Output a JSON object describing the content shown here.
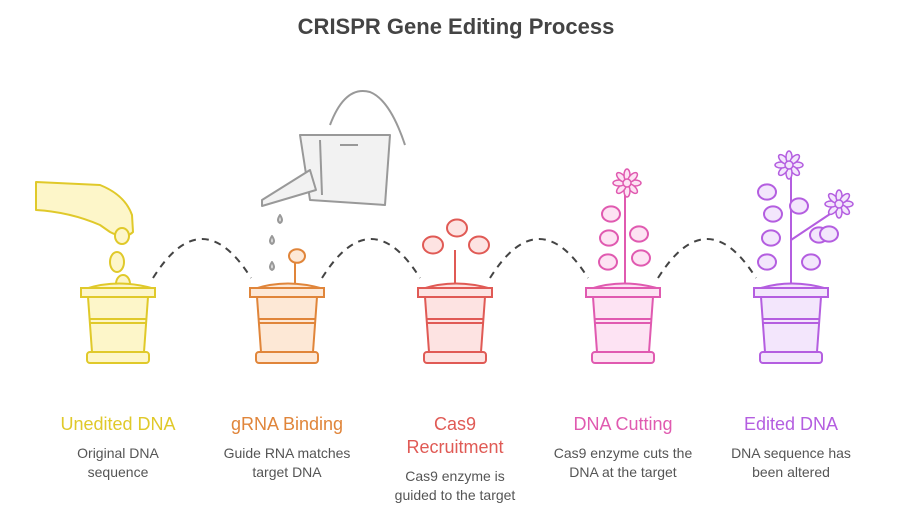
{
  "title": "CRISPR Gene Editing Process",
  "steps": [
    {
      "label": "Unedited DNA",
      "description": "Original DNA sequence",
      "color": "#e0c92a",
      "fill": "#fdf6c9",
      "icon": "hand-dropping-seeds-pot"
    },
    {
      "label": "gRNA Binding",
      "description": "Guide RNA matches target DNA",
      "color": "#e0853a",
      "fill": "#fde8d6",
      "icon": "sprout-pot-watered"
    },
    {
      "label": "Cas9 Recruitment",
      "description": "Cas9 enzyme is guided to the target",
      "color": "#e05a55",
      "fill": "#fde3e2",
      "icon": "seedling-pot"
    },
    {
      "label": "DNA Cutting",
      "description": "Cas9 enzyme cuts the DNA at the target",
      "color": "#e05ab0",
      "fill": "#fde3f3",
      "icon": "flowering-plant-pot"
    },
    {
      "label": "Edited DNA",
      "description": "DNA sequence has been altered",
      "color": "#b45ee0",
      "fill": "#f3e6fc",
      "icon": "full-bloom-plant-pot"
    }
  ],
  "connector_color": "#444444",
  "watering_can_color": "#999999"
}
